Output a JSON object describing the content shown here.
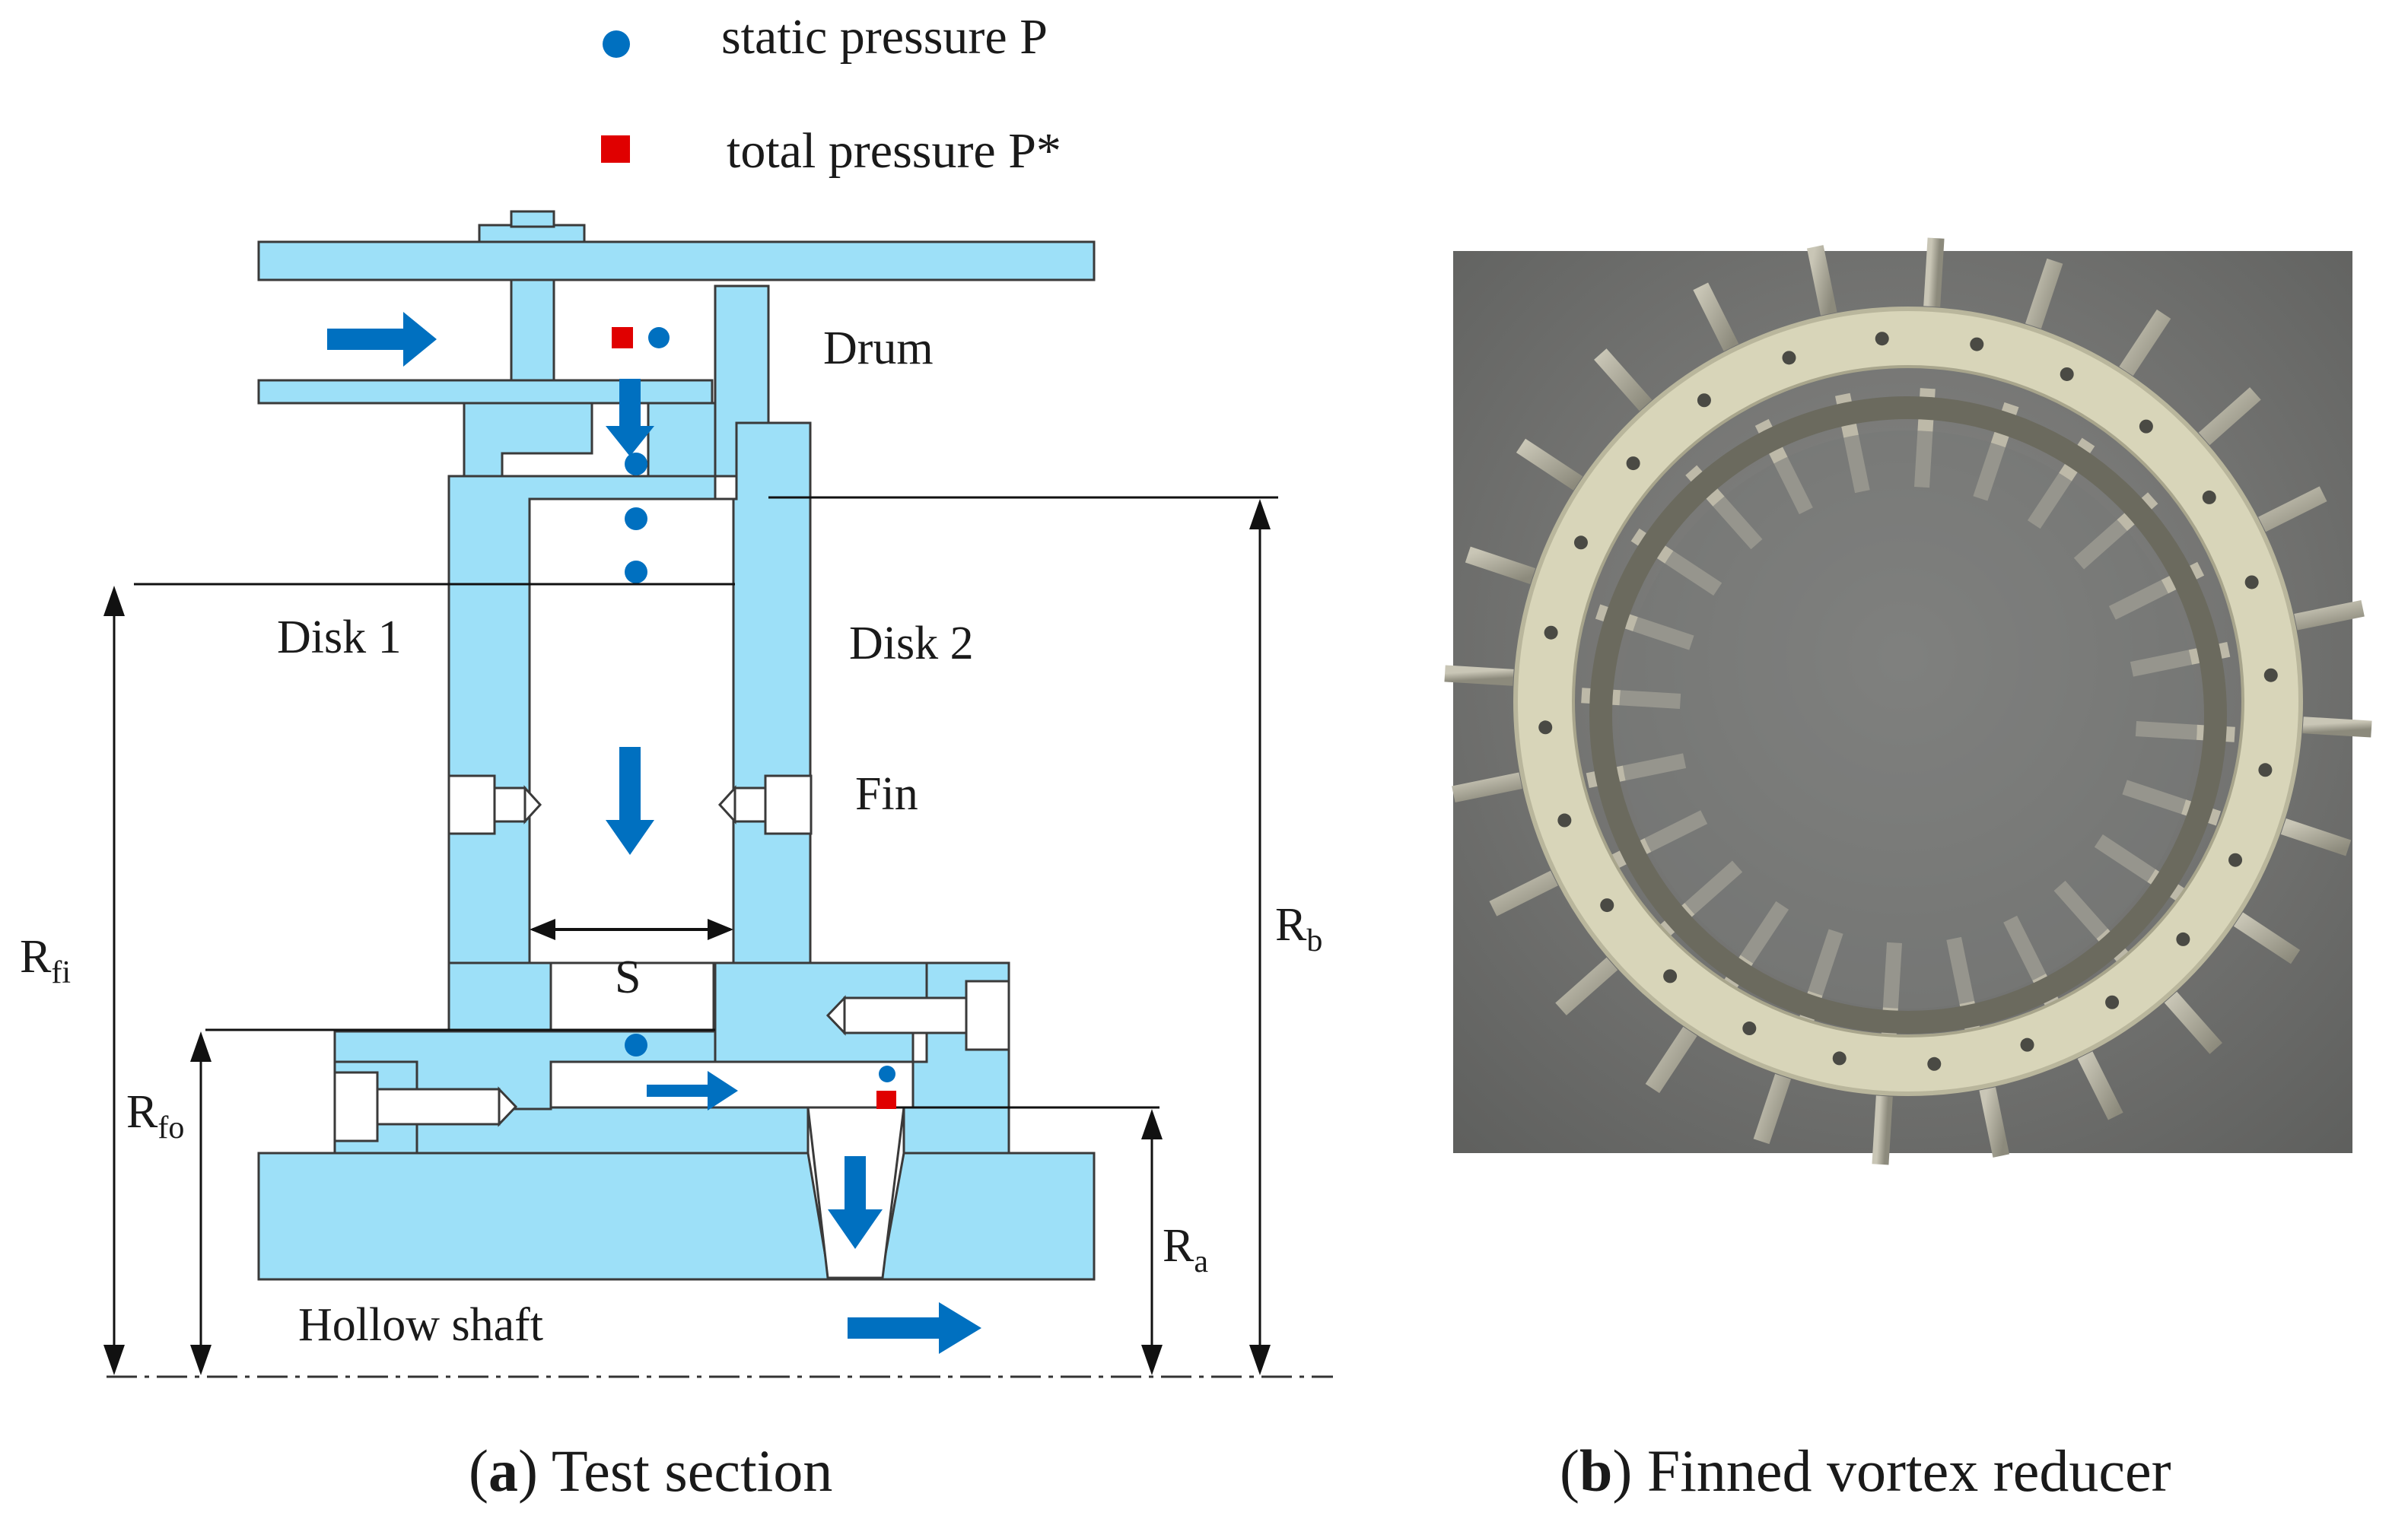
{
  "legend": {
    "static": {
      "label": "static pressure P",
      "color": "#0070c0"
    },
    "total": {
      "label": "total pressure  P*",
      "color": "#e00000"
    }
  },
  "labels": {
    "drum": "Drum",
    "disk1": "Disk 1",
    "disk2": "Disk 2",
    "fin": "Fin",
    "spacing": "S",
    "hollow_shaft": "Hollow shaft"
  },
  "dimensions": {
    "rfi": {
      "main": "R",
      "sub": "fi"
    },
    "rfo": {
      "main": "R",
      "sub": "fo"
    },
    "ra": {
      "main": "R",
      "sub": "a"
    },
    "rb": {
      "main": "R",
      "sub": "b"
    }
  },
  "captions": {
    "a": {
      "letter": "a",
      "text": " Test section"
    },
    "b": {
      "letter": "b",
      "text": " Finned vortex reducer"
    }
  },
  "photo": {
    "fin_count": 24
  },
  "colors": {
    "part_fill": "#9de0f8",
    "part_edge": "#3a3a3a",
    "flow_arrow": "#0070c0",
    "background": "#ffffff"
  }
}
